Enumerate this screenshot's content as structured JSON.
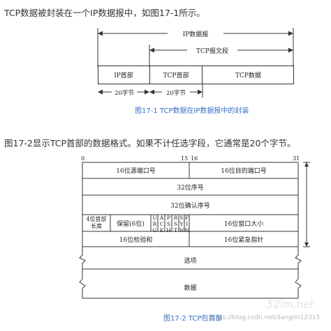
{
  "intro1": "TCP数据被封装在一个IP数据报中，如图17-1所示。",
  "fig1": {
    "span_ip": "IP数据报",
    "span_tcp": "TCP报文段",
    "box_ip_header": "IP首部",
    "box_tcp_header": "TCP首部",
    "box_tcp_data": "TCP数据",
    "size_ip": "20字节",
    "size_tcp": "20字节",
    "caption": "图17-1 TCP数据在IP数据报中的封装"
  },
  "intro2": "图17-2显示TCP首部的数据格式。如果不计任选字段，它通常是20个字节。",
  "fig2": {
    "bit_0": "0",
    "bit_15": "15",
    "bit_16": "16",
    "bit_31": "31",
    "src_port": "16位源端口号",
    "dst_port": "16位目的端口号",
    "seq": "32位序号",
    "ack": "32位确认序号",
    "hlen_1": "4位首部",
    "hlen_2": "长度",
    "reserved": "保留(6位)",
    "flags": [
      [
        "U",
        "R",
        "G"
      ],
      [
        "A",
        "C",
        "K"
      ],
      [
        "P",
        "S",
        "H"
      ],
      [
        "R",
        "S",
        "T"
      ],
      [
        "S",
        "Y",
        "N"
      ],
      [
        "F",
        "I",
        "N"
      ]
    ],
    "window": "16位窗口大小",
    "checksum": "16位检验和",
    "urgent": "16位紧急指针",
    "options": "选项",
    "data": "数据",
    "caption": "图17-2 TCP包首部"
  },
  "watermark": "https://blog.csdn.net/danglin12315",
  "watermark_logo": "52im.net"
}
